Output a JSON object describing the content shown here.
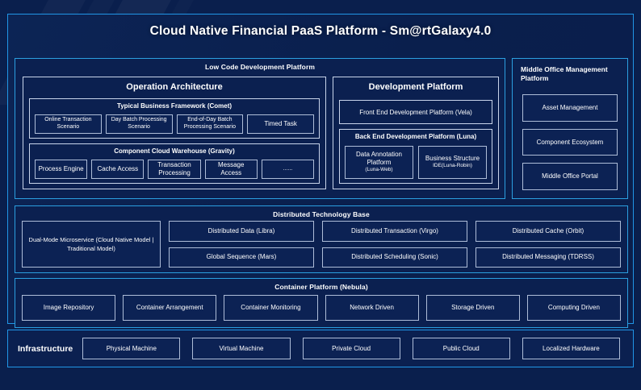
{
  "platform": {
    "title": "Cloud Native Financial PaaS Platform - Sm@rtGalaxy4.0",
    "accent_color": "#2196e6",
    "background_color": "#0a1f4d",
    "node_border_color": "#aebdd8"
  },
  "low_code": {
    "title": "Low Code Development Platform",
    "operation_architecture": {
      "title": "Operation Architecture",
      "comet": {
        "title": "Typical Business Framework (Comet)",
        "items": [
          "Online Transaction Scenario",
          "Day Batch Processing Scenario",
          "End-of-Day Batch Processing Scenario",
          "Timed Task"
        ]
      },
      "gravity": {
        "title": "Component Cloud Warehouse (Gravity)",
        "items": [
          "Process Engine",
          "Cache Access",
          "Transaction Processing",
          "Message Access",
          "......"
        ]
      }
    },
    "development_platform": {
      "title": "Development Platform",
      "front_end": "Front End Development Platform (Vela)",
      "back_end": {
        "title": "Back End Development Platform (Luna)",
        "items": [
          {
            "main": "Data Annotation Platform",
            "sub": "(Luna-Web)"
          },
          {
            "main": "Business Structure",
            "sub": "IDE(Luna-Robin)"
          }
        ]
      }
    }
  },
  "middle_office": {
    "title": "Middle Office Management Platform",
    "items": [
      "Asset Management",
      "Component Ecosystem",
      "Middle Office Portal"
    ]
  },
  "distributed_base": {
    "title": "Distributed Technology Base",
    "dual_mode": "Dual-Mode Microservice (Cloud Native Model | Traditional Model)",
    "columns": [
      {
        "top": "Distributed Data (Libra)",
        "bottom": "Global Sequence (Mars)"
      },
      {
        "top": "Distributed Transaction (Virgo)",
        "bottom": "Distributed Scheduling (Sonic)"
      },
      {
        "top": "Distributed Cache (Orbit)",
        "bottom": "Distributed Messaging (TDRSS)"
      }
    ]
  },
  "container_platform": {
    "title": "Container Platform (Nebula)",
    "items": [
      "Image Repository",
      "Container Arrangement",
      "Container Monitoring",
      "Network Driven",
      "Storage Driven",
      "Computing Driven"
    ]
  },
  "infrastructure": {
    "label": "Infrastructure",
    "items": [
      "Physical Machine",
      "Virtual Machine",
      "Private Cloud",
      "Public Cloud",
      "Localized Hardware"
    ]
  }
}
